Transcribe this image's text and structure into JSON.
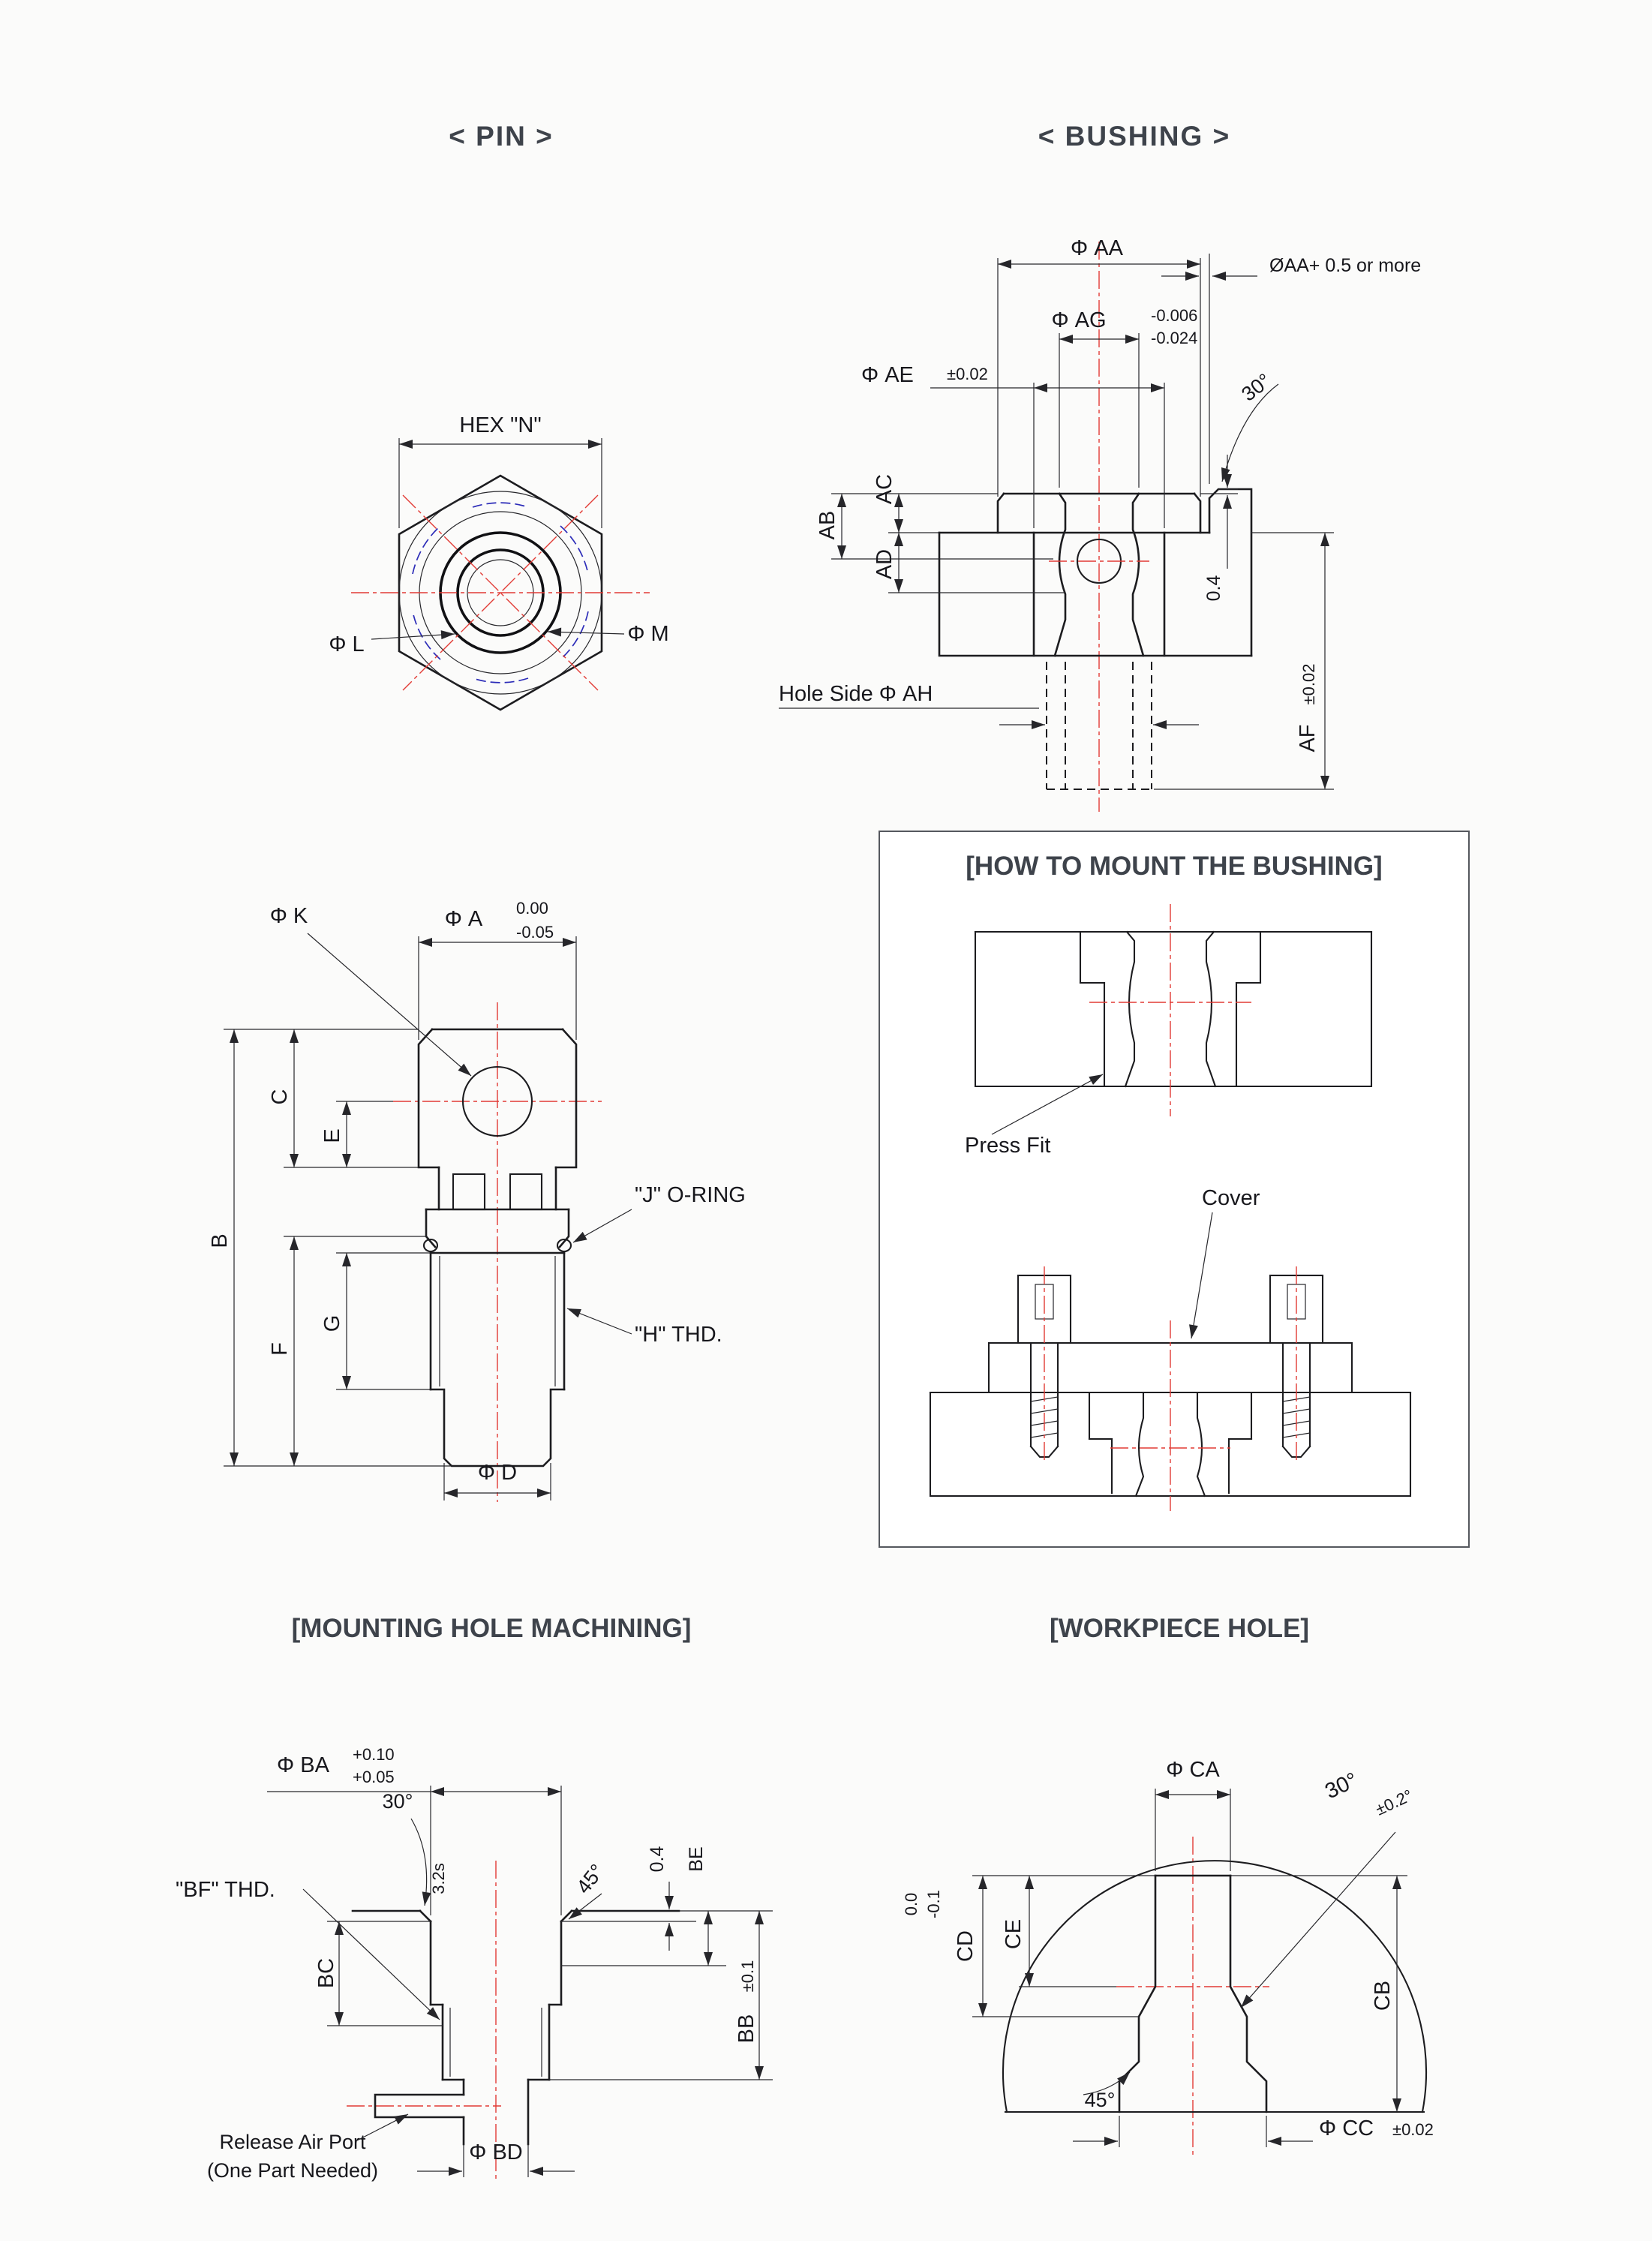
{
  "colors": {
    "ink": "#17171c",
    "centerline_red": "#e23b35",
    "detail_blue": "#2c2cb8",
    "heading": "#3e434b"
  },
  "titles": {
    "pin": "< PIN >",
    "bushing": "< BUSHING >",
    "how_to_mount": "[HOW TO MOUNT THE BUSHING]",
    "mounting_hole": "[MOUNTING HOLE MACHINING]",
    "workpiece_hole": "[WORKPIECE HOLE]"
  },
  "pin_top": {
    "hex": "HEX \"N\"",
    "dia_l": "Φ L",
    "dia_m": "Φ M"
  },
  "bushing": {
    "dia_aa": "Φ AA",
    "aa_clearance": "ØAA+ 0.5 or more",
    "dia_ag": "Φ AG",
    "ag_tol_hi": "-0.006",
    "ag_tol_lo": "-0.024",
    "dia_ae": "Φ AE",
    "ae_tol": "±0.02",
    "angle_top": "30°",
    "ab": "AB",
    "ac": "AC",
    "ad": "AD",
    "step": "0.4",
    "af": "AF",
    "af_tol": "±0.02",
    "hole_side": "Hole Side Φ AH"
  },
  "pin_side": {
    "dia_k": "Φ K",
    "dia_a": "Φ A",
    "a_tol_hi": "0.00",
    "a_tol_lo": "-0.05",
    "b": "B",
    "c": "C",
    "e": "E",
    "f": "F",
    "g": "G",
    "o_ring": "\"J\" O-RING",
    "thread": "\"H\" THD.",
    "dia_d": "Φ D"
  },
  "mount": {
    "press_fit": "Press Fit",
    "cover": "Cover"
  },
  "mounting": {
    "dia_ba": "Φ BA",
    "ba_tol_hi": "+0.10",
    "ba_tol_lo": "+0.05",
    "angle_top": "30°",
    "thread": "\"BF\" THD.",
    "finish": "3.2s",
    "angle_chamfer": "45°",
    "chamfer_depth": "0.4",
    "be": "BE",
    "bb": "BB",
    "bb_tol": "±0.1",
    "bc": "BC",
    "dia_bd": "Φ BD",
    "air_port_1": "Release Air Port",
    "air_port_2": "(One Part Needed)"
  },
  "workpiece": {
    "dia_ca": "Φ CA",
    "angle_top": "30°",
    "angle_tol": "±0.2°",
    "cd": "CD",
    "cd_tol_hi": "0.0",
    "cd_tol_lo": "-0.1",
    "ce": "CE",
    "cb": "CB",
    "angle_bottom": "45°",
    "dia_cc": "Φ CC",
    "cc_tol": "±0.02"
  }
}
